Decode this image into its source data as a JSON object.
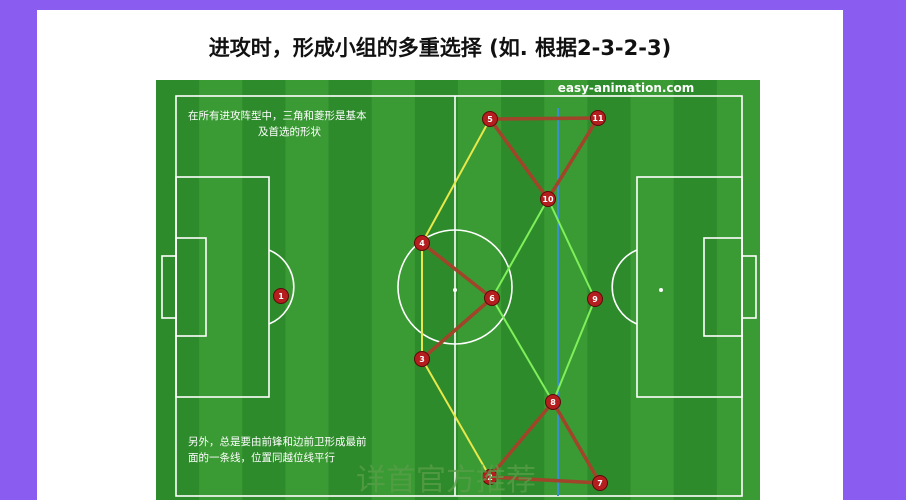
{
  "slide": {
    "title": "进攻时，形成小组的多重选择 (如. 根据2-3-2-3)"
  },
  "diagram": {
    "site_label": "easy-animation.com",
    "note_top_line1": "在所有进攻阵型中，三角和菱形是基本",
    "note_top_line2": "及首选的形状",
    "note_bottom_line1": "另外，总是要由前锋和边前卫形成最前",
    "note_bottom_line2": "面的一条线，位置同越位线平行",
    "watermark": "详首官方推荐",
    "colors": {
      "pitch_dark": "#2e8b2b",
      "pitch_light": "#3a9a33",
      "player": "#b41e1e",
      "link_brown": "#a0442a",
      "link_yellow": "#e8e84a",
      "link_green": "#7ef05a",
      "offside_line": "#3a8fd0"
    },
    "players": [
      {
        "num": "1"
      },
      {
        "num": "2"
      },
      {
        "num": "3"
      },
      {
        "num": "4"
      },
      {
        "num": "5"
      },
      {
        "num": "6"
      },
      {
        "num": "7"
      },
      {
        "num": "8"
      },
      {
        "num": "9"
      },
      {
        "num": "10"
      },
      {
        "num": "11"
      }
    ]
  }
}
